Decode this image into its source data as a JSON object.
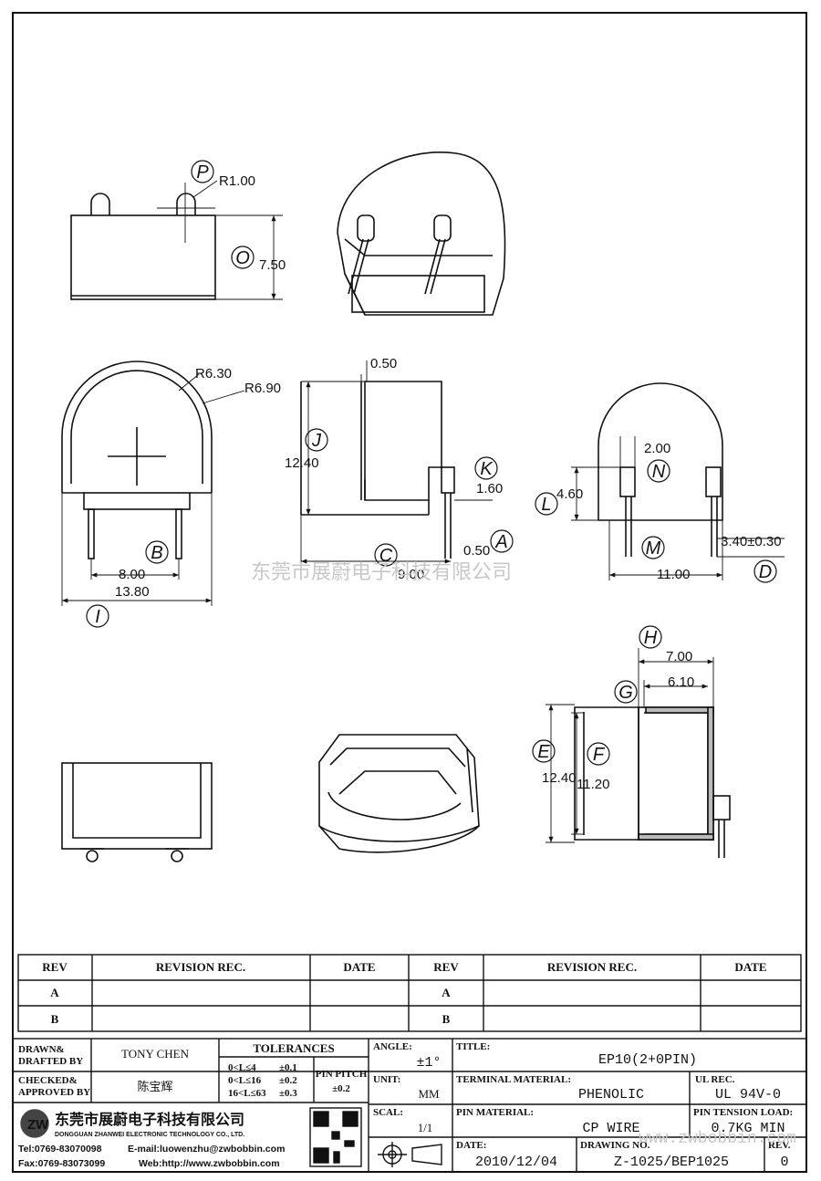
{
  "dims": {
    "r100": "R1.00",
    "h750": "7.50",
    "w050": "0.50",
    "r630": "R6.30",
    "r690": "R6.90",
    "h1240": "12.40",
    "h160": "1.60",
    "b050": "0.50",
    "w900": "9.00",
    "w800": "8.00",
    "w1380": "13.80",
    "w200": "2.00",
    "h460": "4.60",
    "p340": "3.40±0.30",
    "w1100": "11.00",
    "w700": "7.00",
    "w610": "6.10",
    "e1240": "12.40",
    "f1120": "11.20"
  },
  "letters": {
    "P": "P",
    "O": "O",
    "J": "J",
    "K": "K",
    "A": "A",
    "C": "C",
    "B": "B",
    "I": "I",
    "N": "N",
    "L": "L",
    "M": "M",
    "D": "D",
    "H": "H",
    "G": "G",
    "E": "E",
    "F": "F"
  },
  "revision_table": {
    "headers": [
      "REV",
      "REVISION REC.",
      "DATE",
      "REV",
      "REVISION REC.",
      "DATE"
    ],
    "rows": [
      [
        "A",
        "",
        "",
        "A",
        "",
        ""
      ],
      [
        "B",
        "",
        "",
        "B",
        "",
        ""
      ]
    ]
  },
  "title_block": {
    "drawn_label_1": "DRAWN&",
    "drawn_label_2": "DRAFTED BY",
    "drawn_by": "TONY CHEN",
    "checked_label_1": "CHECKED&",
    "checked_label_2": "APPROVED BY",
    "approved_by": "陈宝辉",
    "tolerances_label": "TOLERANCES",
    "tol_rows": [
      {
        "range": "0<L≤4",
        "tol": "±0.1"
      },
      {
        "range": "0<L≤16",
        "tol": "±0.2"
      },
      {
        "range": "16<L≤63",
        "tol": "±0.3"
      }
    ],
    "pin_pitch_label": "PIN PITCH",
    "pin_pitch_value": "±0.2",
    "angle_label": "ANGLE:",
    "angle_value": "±1°",
    "unit_label": "UNIT:",
    "unit_value": "MM",
    "scale_label": "SCAL:",
    "scale_value": "1/1",
    "title_label": "TITLE:",
    "title_value": "EP10(2+0PIN)",
    "terminal_label": "TERMINAL MATERIAL:",
    "terminal_value": "PHENOLIC",
    "ul_label": "UL REC.",
    "ul_value": "UL 94V-0",
    "pin_material_label": "PIN MATERIAL:",
    "pin_material_value": "CP WIRE",
    "tension_label": "PIN TENSION LOAD:",
    "tension_value": "0.7KG MIN",
    "date_label": "DATE:",
    "date_value": "2010/12/04",
    "drawing_no_label": "DRAWING NO.",
    "drawing_no_value": "Z-1025/BEP1025",
    "rev_label": "REV.",
    "rev_value": "0",
    "company_cn": "东莞市展蔚电子科技有限公司",
    "company_en": "DONGGUAN ZHANWEI ELECTRONIC TECHNOLOGY CO., LTD.",
    "tel": "Tel:0769-83070098",
    "email": "E-mail:luowenzhu@zwbobbin.com",
    "fax": "Fax:0769-83073099",
    "web": "Web:http://www.zwbobbin.com"
  },
  "watermark": {
    "text_cn": "东莞市展蔚电子科技有限公司",
    "text_url": "www.zwbobbin.com"
  }
}
